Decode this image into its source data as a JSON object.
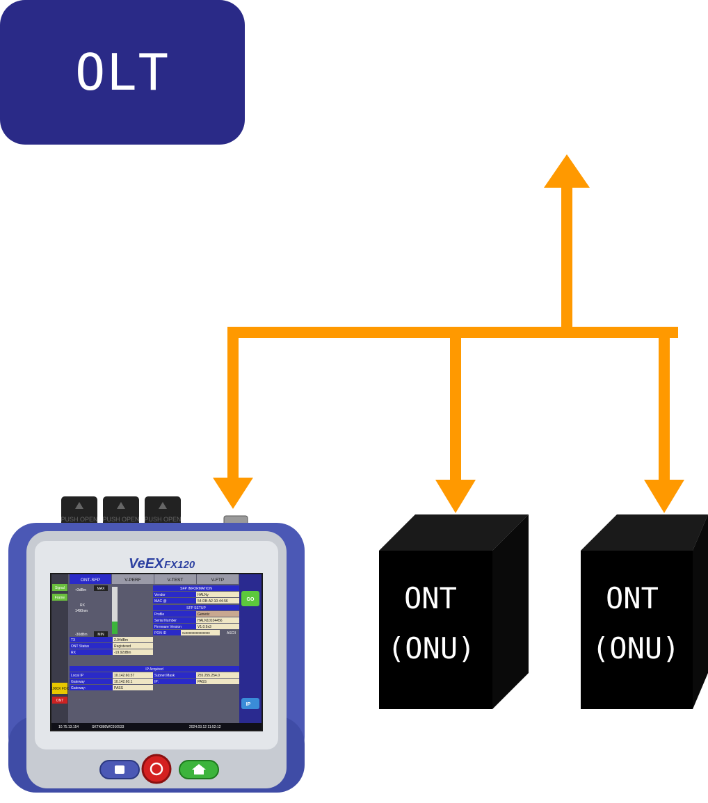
{
  "olt": {
    "label": "OLT",
    "color": "#2a2a87"
  },
  "ont_1": {
    "line1": "ONT",
    "line2": "(ONU)"
  },
  "ont_2": {
    "line1": "ONT",
    "line2": "(ONU)"
  },
  "connector": {
    "color": "#ff9900"
  },
  "device": {
    "brand": "VeEX",
    "model": "FX120",
    "ports": [
      "PUSH OPEN",
      "PUSH OPEN",
      "PUSH OPEN"
    ],
    "tabs": [
      "ONT-SFP",
      "V-PERF",
      "V-TEST",
      "V-FTP"
    ],
    "left_buttons": [
      "Signal",
      "Frame",
      "1000X FDX",
      "ONT"
    ],
    "go_button": "GO",
    "ip_button": "IP",
    "meter": {
      "max_label": "+3dBm",
      "min_label": "-30dBm",
      "rx_label": "RX",
      "wavelength": "1490nm",
      "max_tag": "MAX",
      "min_tag": "MIN"
    },
    "sfp_info": {
      "header": "SFP INFORMATION",
      "rows": [
        {
          "label": "Vendor",
          "value": "HALNy"
        },
        {
          "label": "MAC @",
          "value": "54-DB-A2-10-44-56"
        }
      ]
    },
    "sfp_setup": {
      "header": "SFP SETUP",
      "rows": [
        {
          "label": "Profile",
          "value": "Generic"
        },
        {
          "label": "Serial Number",
          "value": "HALN10104456"
        },
        {
          "label": "Firmware Version",
          "value": "V1.0.9x3"
        },
        {
          "label": "PON ID",
          "value": "0x00000000000000"
        }
      ],
      "ascii_label": "ASCII"
    },
    "status": {
      "rows": [
        {
          "label": "TX",
          "value": "2.94dBm"
        },
        {
          "label": "ONT Status",
          "value": "Registered"
        },
        {
          "label": "RX",
          "value": "-19.92dBm"
        }
      ]
    },
    "ip": {
      "header": "IP Acquired",
      "rows": [
        {
          "l1": "Local IP",
          "v1": "10.142.60.57",
          "l2": "Subnet Mask",
          "v2": "255.255.254.0"
        },
        {
          "l1": "Gateway",
          "v1": "10.142.60.1",
          "l2": "IP:",
          "v2": "PASS"
        },
        {
          "l1": "Gateway:",
          "v1": "PASS",
          "l2": "",
          "v2": ""
        }
      ]
    },
    "footer": {
      "ip": "10.75.13.154",
      "serial": "SKTK880WC910533",
      "datetime": "2024.03.12  11:52:12"
    }
  }
}
